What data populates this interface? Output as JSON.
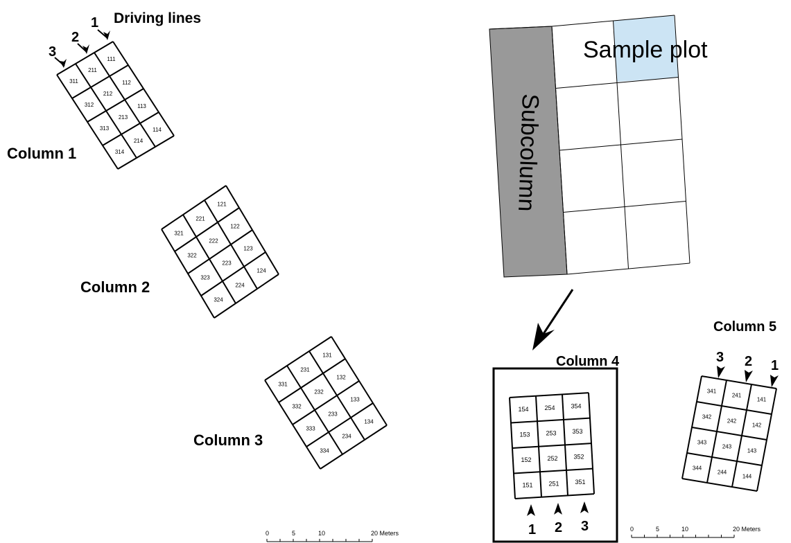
{
  "legend": {
    "driving_lines": "Driving lines",
    "subcolumn": "Subcolumn",
    "sample_plot": "Sample plot"
  },
  "columns": [
    {
      "label": "Column 1",
      "cells": [
        [
          "311",
          "211",
          "111"
        ],
        [
          "312",
          "212",
          "112"
        ],
        [
          "313",
          "213",
          "113"
        ],
        [
          "314",
          "214",
          "114"
        ]
      ],
      "driving_lines": [
        "3",
        "2",
        "1"
      ]
    },
    {
      "label": "Column 2",
      "cells": [
        [
          "321",
          "221",
          "121"
        ],
        [
          "322",
          "222",
          "122"
        ],
        [
          "323",
          "223",
          "123"
        ],
        [
          "324",
          "224",
          "124"
        ]
      ]
    },
    {
      "label": "Column 3",
      "cells": [
        [
          "331",
          "231",
          "131"
        ],
        [
          "332",
          "232",
          "132"
        ],
        [
          "333",
          "233",
          "133"
        ],
        [
          "334",
          "234",
          "134"
        ]
      ]
    },
    {
      "label": "Column 4",
      "cells": [
        [
          "154",
          "254",
          "354"
        ],
        [
          "153",
          "253",
          "353"
        ],
        [
          "152",
          "252",
          "352"
        ],
        [
          "151",
          "251",
          "351"
        ]
      ],
      "driving_lines": [
        "1",
        "2",
        "3"
      ]
    },
    {
      "label": "Column 5",
      "cells": [
        [
          "341",
          "241",
          "141"
        ],
        [
          "342",
          "242",
          "142"
        ],
        [
          "343",
          "243",
          "143"
        ],
        [
          "344",
          "244",
          "144"
        ]
      ],
      "driving_lines": [
        "3",
        "2",
        "1"
      ]
    }
  ],
  "scale_bar": {
    "ticks": [
      "0",
      "5",
      "10",
      "20 Meters"
    ]
  },
  "colors": {
    "subcolumn_fill": "#999999",
    "sample_plot_fill": "#cce4f4",
    "line": "#000000"
  }
}
